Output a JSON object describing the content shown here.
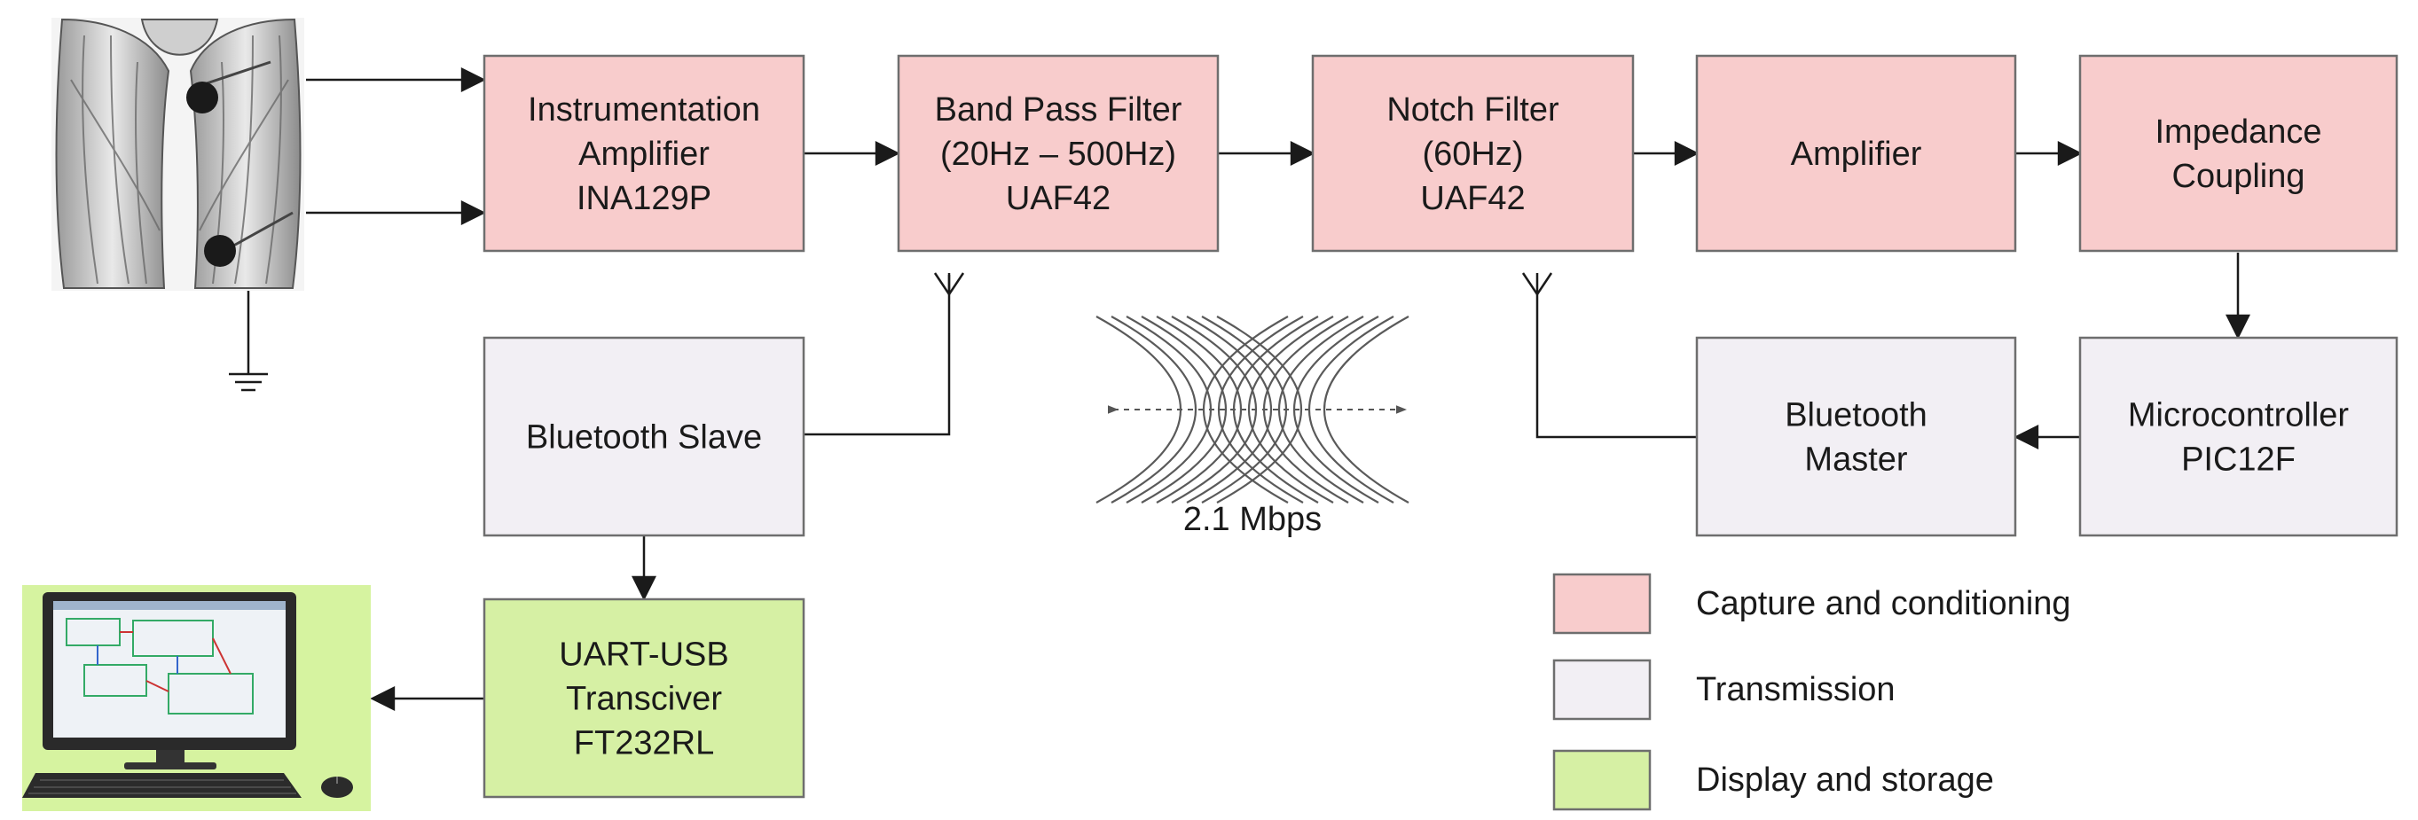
{
  "colors": {
    "capture": "#f8cccc",
    "transmission": "#f2eff4",
    "display": "#d6f0a4",
    "border": "#6e6e6e",
    "line": "#1a1a1a"
  },
  "blocks": {
    "instrumentation": {
      "lines": [
        "Instrumentation",
        "Amplifier",
        "INA129P"
      ]
    },
    "bandpass": {
      "lines": [
        "Band Pass Filter",
        "(20Hz – 500Hz)",
        "UAF42"
      ]
    },
    "notch": {
      "lines": [
        "Notch Filter",
        "(60Hz)",
        "UAF42"
      ]
    },
    "amplifier": {
      "lines": [
        "Amplifier"
      ]
    },
    "impedance": {
      "lines": [
        "Impedance",
        "Coupling"
      ]
    },
    "microcontroller": {
      "lines": [
        "Microcontroller",
        "PIC12F"
      ]
    },
    "bt_master": {
      "lines": [
        "Bluetooth",
        "Master"
      ]
    },
    "bt_slave": {
      "lines": [
        "Bluetooth Slave"
      ]
    },
    "uart": {
      "lines": [
        "UART-USB",
        "Transciver",
        "FT232RL"
      ]
    }
  },
  "wireless": {
    "rate": "2.1 Mbps"
  },
  "legend": [
    {
      "label": "Capture and conditioning",
      "color": "#f8cccc"
    },
    {
      "label": "Transmission",
      "color": "#f2eff4"
    },
    {
      "label": "Display and storage",
      "color": "#d6f0a4"
    }
  ],
  "icons": {
    "legs": "thigh-muscles-illustration",
    "computer": "desktop-computer-illustration",
    "antenna": "antenna-icon",
    "ground": "ground-symbol-icon",
    "waves": "radio-waves-icon"
  }
}
